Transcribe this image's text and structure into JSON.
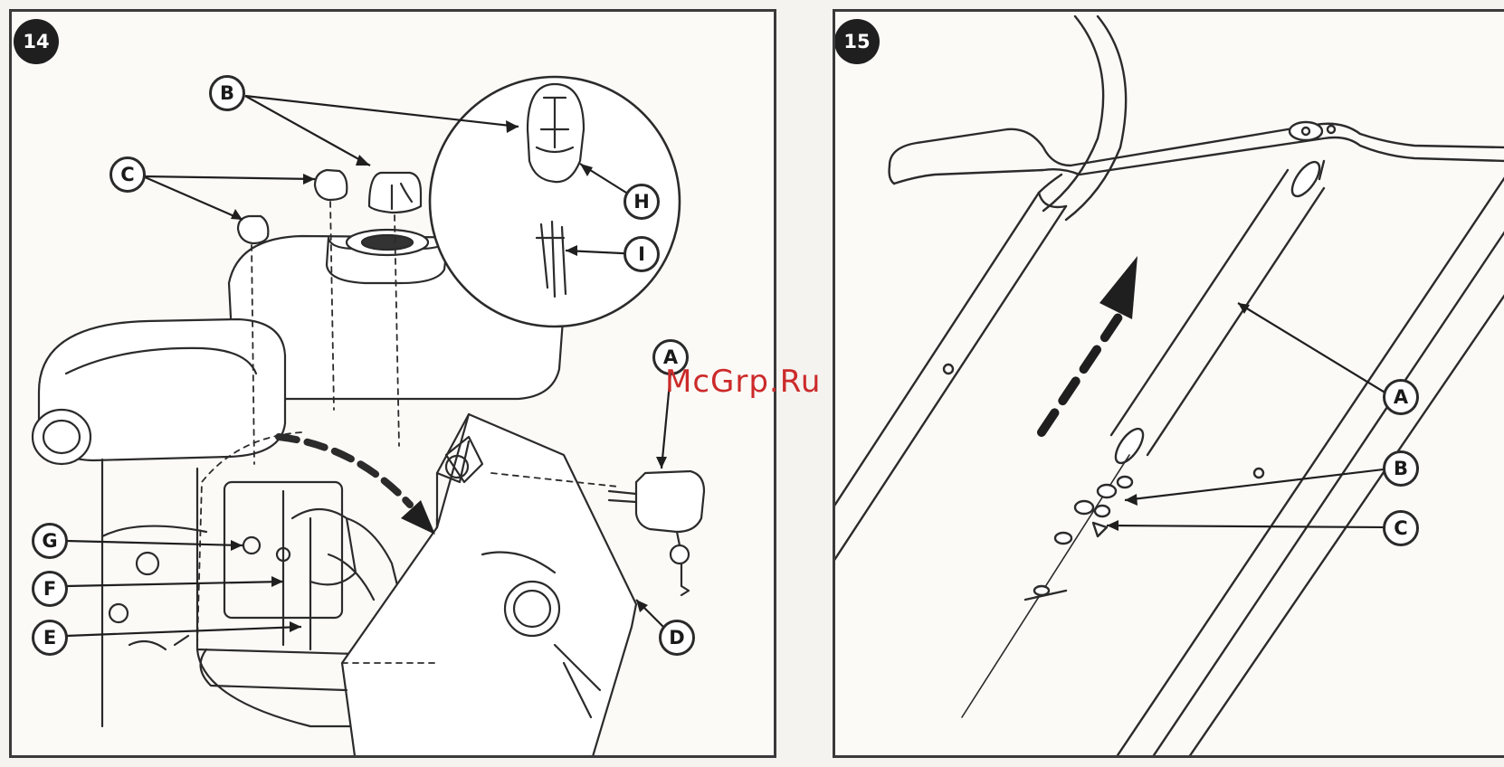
{
  "figure_14": {
    "number": "14",
    "callouts": [
      "A",
      "B",
      "C",
      "D",
      "E",
      "F",
      "G",
      "H",
      "I"
    ]
  },
  "figure_15": {
    "number": "15",
    "callouts": [
      "A",
      "B",
      "C"
    ]
  },
  "watermark": "McGrp.Ru"
}
